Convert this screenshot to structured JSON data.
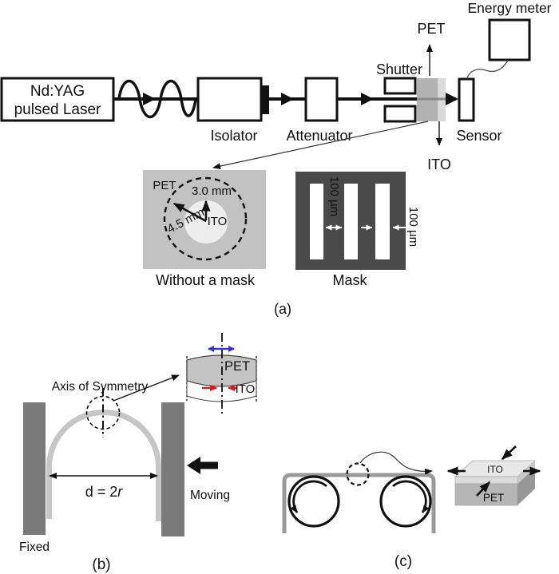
{
  "colors": {
    "ink": "#111111",
    "sample_dark": "#b2b2b2",
    "sample_light": "#d9d9d9",
    "square_gray": "#c2c2c2",
    "spot_light": "#ededed",
    "mask_dark": "#4a4a4a",
    "bar_gray": "#7a7a7a",
    "film_light": "#c6c6c6",
    "film_mid": "#999999",
    "band_pet": "#c4c4c4",
    "band_ito": "#fbfbfb",
    "box_top": "#e8e8e8",
    "box_ito_front": "#dcdcdc",
    "box_ito_side": "#c9c9c9",
    "box_pet_front": "#b5b5b5",
    "box_pet_side": "#979797",
    "arrow_blue": "#3333e0",
    "arrow_red": "#ee1111",
    "arrow_white": "#ffffff"
  },
  "panel_a": {
    "label": "(a)",
    "laser_line1": "Nd:YAG",
    "laser_line2": "pulsed Laser",
    "isolator": "Isolator",
    "attenuator": "Attenuator",
    "shutter": "Shutter",
    "sensor": "Sensor",
    "energy_meter": "Energy meter",
    "pet_out": "PET",
    "ito_out": "ITO",
    "no_mask": {
      "pet": "PET",
      "ito": "ITO",
      "dim_inner": "3.0 mm",
      "dim_outer": "4.5 mm",
      "caption": "Without a mask"
    },
    "mask": {
      "caption": "Mask",
      "dim_gap": "100 µm",
      "dim_line": "100 µm"
    }
  },
  "panel_b": {
    "label": "(b)",
    "axis_label": "Axis of Symmetry",
    "distance_prefix": "d = 2",
    "distance_symbol": "r",
    "moving": "Moving",
    "fixed": "Fixed",
    "inset": {
      "pet": "PET",
      "ito": "ITO"
    }
  },
  "panel_c": {
    "label": "(c)",
    "inset": {
      "ito": "ITO",
      "pet": "PET"
    }
  }
}
